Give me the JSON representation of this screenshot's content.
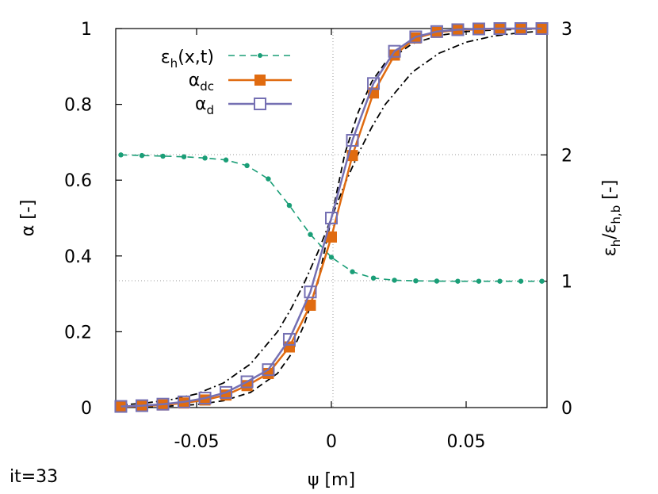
{
  "chart_data": {
    "type": "line",
    "xlabel": "ψ [m]",
    "ylabel": "α [-]",
    "y2label": {
      "base": "ε",
      "sub1": "h",
      "mid": "/ε",
      "sub2": "h,b",
      "tail": " [-]"
    },
    "xlim": [
      -0.08,
      0.08
    ],
    "ylim": [
      0,
      1
    ],
    "y2lim": [
      0,
      3
    ],
    "xticks": [
      -0.05,
      0,
      0.05
    ],
    "xtick_labels": [
      "-0.05",
      "0",
      "0.05"
    ],
    "yticks": [
      0,
      0.2,
      0.4,
      0.6,
      0.8,
      1
    ],
    "ytick_labels": [
      "0",
      "0.2",
      "0.4",
      "0.6",
      "0.8",
      "1"
    ],
    "y2ticks": [
      0,
      1,
      2,
      3
    ],
    "y2tick_labels": [
      "0",
      "1",
      "2",
      "3"
    ],
    "grid": "dotted lines at x=0 and right-axis values 1 and 2",
    "legend_position": "top-left",
    "annotation": "it=33",
    "series": [
      {
        "name": "εh(x,t)",
        "label_parts": {
          "base": "ε",
          "sub": "h",
          "tail": "(x,t)"
        },
        "axis": "y2",
        "style": "dashed-dots",
        "color": "#1a9e77",
        "x": [
          -0.0781,
          -0.0703,
          -0.0625,
          -0.0547,
          -0.0469,
          -0.0391,
          -0.0313,
          -0.0234,
          -0.0156,
          -0.0078,
          0.0,
          0.0078,
          0.0156,
          0.0234,
          0.0313,
          0.0391,
          0.0469,
          0.0547,
          0.0625,
          0.0703,
          0.0781
        ],
        "y": [
          2.0,
          1.995,
          1.99,
          1.985,
          1.975,
          1.96,
          1.915,
          1.81,
          1.6,
          1.37,
          1.19,
          1.075,
          1.025,
          1.008,
          1.003,
          1.001,
          1.0,
          1.0,
          1.0,
          1.0,
          1.0
        ]
      },
      {
        "name": "αdc",
        "label_parts": {
          "base": "α",
          "sub": "dc",
          "tail": ""
        },
        "axis": "y",
        "style": "line-filled-squares",
        "color": "#e06b10",
        "x": [
          -0.0781,
          -0.0703,
          -0.0625,
          -0.0547,
          -0.0469,
          -0.0391,
          -0.0313,
          -0.0234,
          -0.0156,
          -0.0078,
          0.0,
          0.0078,
          0.0156,
          0.0234,
          0.0313,
          0.0391,
          0.0469,
          0.0547,
          0.0625,
          0.0703,
          0.0781
        ],
        "y": [
          0.002,
          0.004,
          0.007,
          0.012,
          0.02,
          0.033,
          0.058,
          0.09,
          0.16,
          0.27,
          0.45,
          0.665,
          0.83,
          0.93,
          0.975,
          0.99,
          0.996,
          0.998,
          0.999,
          1.0,
          1.0
        ]
      },
      {
        "name": "αd",
        "label_parts": {
          "base": "α",
          "sub": "d",
          "tail": ""
        },
        "axis": "y",
        "style": "line-open-squares",
        "color": "#7570b3",
        "x": [
          -0.0781,
          -0.0703,
          -0.0625,
          -0.0547,
          -0.0469,
          -0.0391,
          -0.0313,
          -0.0234,
          -0.0156,
          -0.0078,
          0.0,
          0.0078,
          0.0156,
          0.0234,
          0.0313,
          0.0391,
          0.0469,
          0.0547,
          0.0625,
          0.0703,
          0.0781
        ],
        "y": [
          0.003,
          0.005,
          0.009,
          0.015,
          0.025,
          0.04,
          0.068,
          0.1,
          0.18,
          0.305,
          0.5,
          0.705,
          0.855,
          0.94,
          0.978,
          0.992,
          0.997,
          0.999,
          1.0,
          1.0,
          1.0
        ]
      },
      {
        "name": "",
        "axis": "y",
        "style": "black-dashed",
        "color": "#000000",
        "x": [
          -0.08,
          -0.07,
          -0.06,
          -0.05,
          -0.04,
          -0.03,
          -0.02,
          -0.015,
          -0.01,
          -0.005,
          0.0,
          0.005,
          0.01,
          0.015,
          0.02,
          0.03,
          0.04,
          0.05,
          0.06,
          0.07,
          0.08
        ],
        "y": [
          0.001,
          0.002,
          0.004,
          0.008,
          0.018,
          0.04,
          0.09,
          0.14,
          0.22,
          0.33,
          0.5,
          0.67,
          0.78,
          0.86,
          0.91,
          0.96,
          0.982,
          0.992,
          0.996,
          0.998,
          0.999
        ]
      },
      {
        "name": "",
        "axis": "y",
        "style": "black-dashdot",
        "color": "#000000",
        "x": [
          -0.08,
          -0.07,
          -0.06,
          -0.05,
          -0.04,
          -0.03,
          -0.02,
          -0.015,
          -0.01,
          -0.005,
          0.0,
          0.005,
          0.01,
          0.015,
          0.02,
          0.03,
          0.04,
          0.05,
          0.06,
          0.07,
          0.08
        ],
        "y": [
          0.006,
          0.011,
          0.02,
          0.036,
          0.065,
          0.115,
          0.2,
          0.26,
          0.33,
          0.41,
          0.5,
          0.59,
          0.67,
          0.74,
          0.8,
          0.885,
          0.935,
          0.964,
          0.98,
          0.989,
          0.994
        ]
      }
    ]
  }
}
